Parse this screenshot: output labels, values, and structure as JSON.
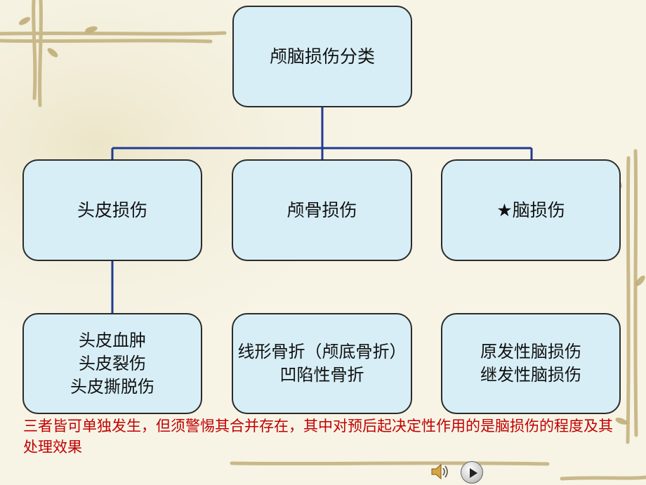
{
  "diagram": {
    "root": {
      "label": "颅脑损伤分类"
    },
    "categories": [
      {
        "label": "头皮损伤",
        "children": [
          "头皮血肿",
          "头皮裂伤",
          "头皮撕脱伤"
        ]
      },
      {
        "label": "颅骨损伤",
        "children": [
          "线形骨折（颅底骨折）",
          "凹陷性骨折"
        ]
      },
      {
        "label": "★脑损伤",
        "children": [
          "原发性脑损伤",
          "继发性脑损伤"
        ]
      }
    ]
  },
  "note": "三者皆可单独发生，但须警惕其合并存在，其中对预后起决定性作用的是脑损伤的程度及其处理效果",
  "controls": {
    "audio_icon": "speaker-icon",
    "play_icon": "play-icon"
  },
  "colors": {
    "box_fill": "#d7eef6",
    "connector": "#1f3a93",
    "note_text": "#c00000"
  }
}
